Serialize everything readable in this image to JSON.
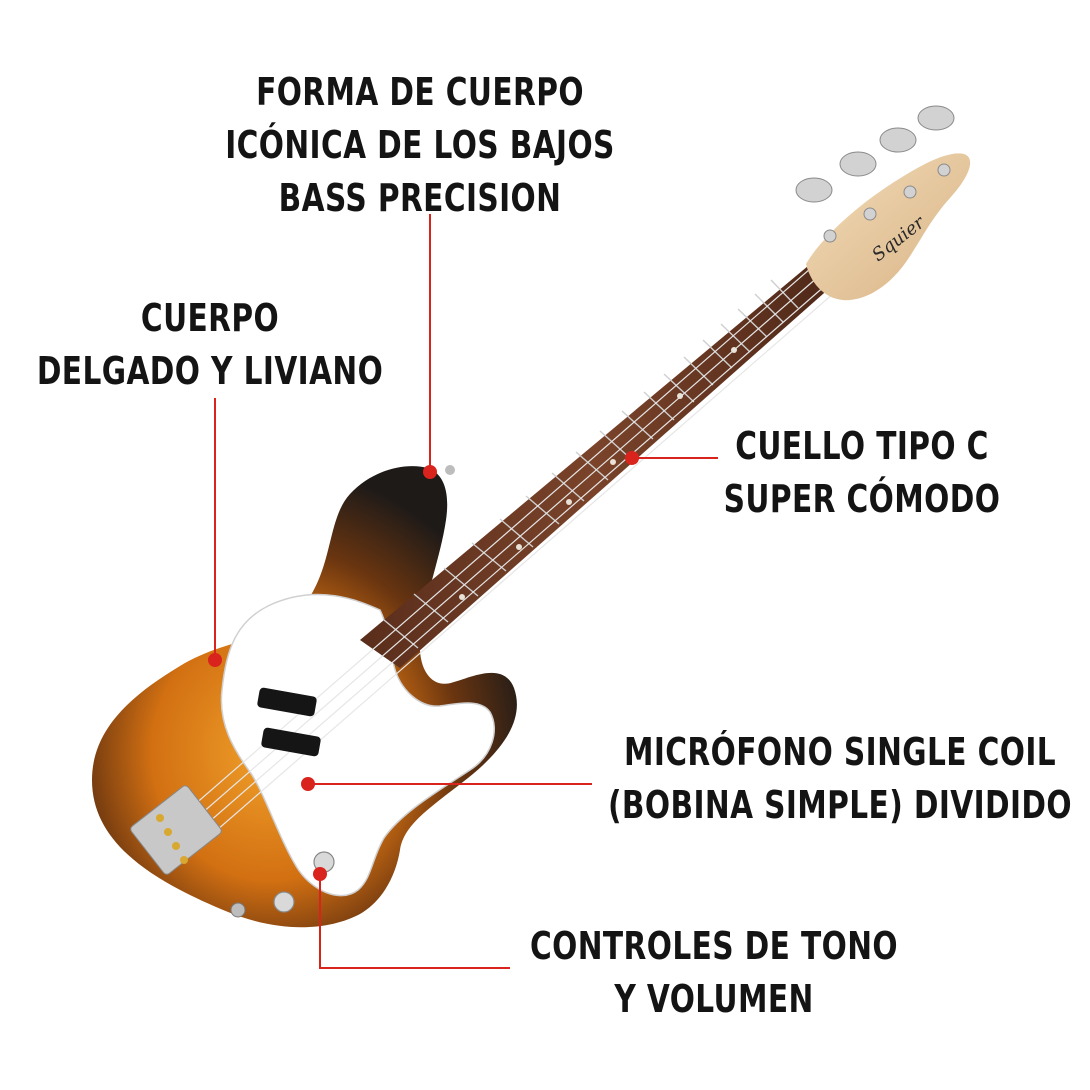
{
  "callouts": {
    "body_shape": {
      "lines": [
        "FORMA DE CUERPO",
        "ICÓNICA DE LOS BAJOS",
        "BASS PRECISION"
      ]
    },
    "thin_body": {
      "lines": [
        "CUERPO",
        "DELGADO Y LIVIANO"
      ]
    },
    "neck": {
      "lines": [
        "CUELLO TIPO C",
        "SUPER CÓMODO"
      ]
    },
    "pickup": {
      "lines": [
        "MICRÓFONO SINGLE COIL",
        "(BOBINA SIMPLE) DIVIDIDO"
      ]
    },
    "controls": {
      "lines": [
        "CONTROLES DE TONO",
        "Y VOLUMEN"
      ]
    }
  },
  "colors": {
    "callout_line": "#d9231d",
    "text": "#141414",
    "sunburst_center": "#e88a1a",
    "sunburst_edge": "#1e1a18",
    "pickguard": "#ffffff",
    "fretboard": "#6b3a26",
    "headstock": "#e8c9a0",
    "hardware": "#c9c9c9"
  }
}
